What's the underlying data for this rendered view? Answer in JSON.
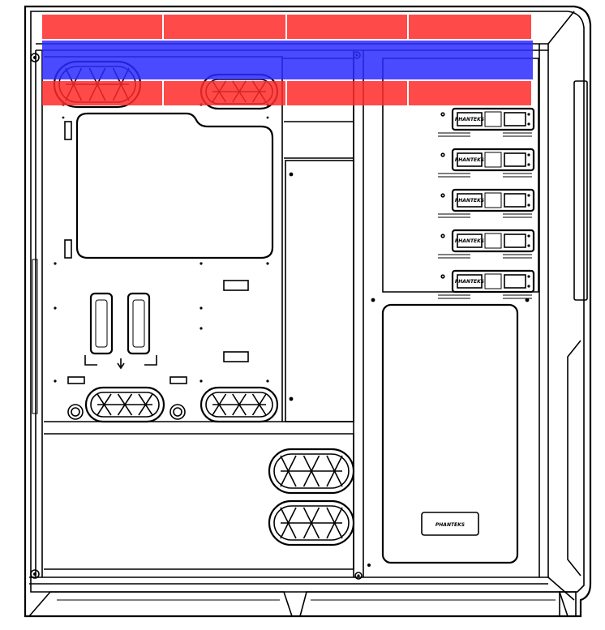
{
  "brand_text": "PHANTEKS",
  "colors": {
    "overlay_red": "#ff2a2a",
    "overlay_red_opacity": 0.85,
    "overlay_blue": "#2a2aff",
    "overlay_blue_opacity": 0.85,
    "line": "#000000",
    "background": "#ffffff"
  },
  "overlays": {
    "top_row_segments": 4,
    "bottom_row_segments": 4
  },
  "drive_bays": {
    "count": 5
  }
}
